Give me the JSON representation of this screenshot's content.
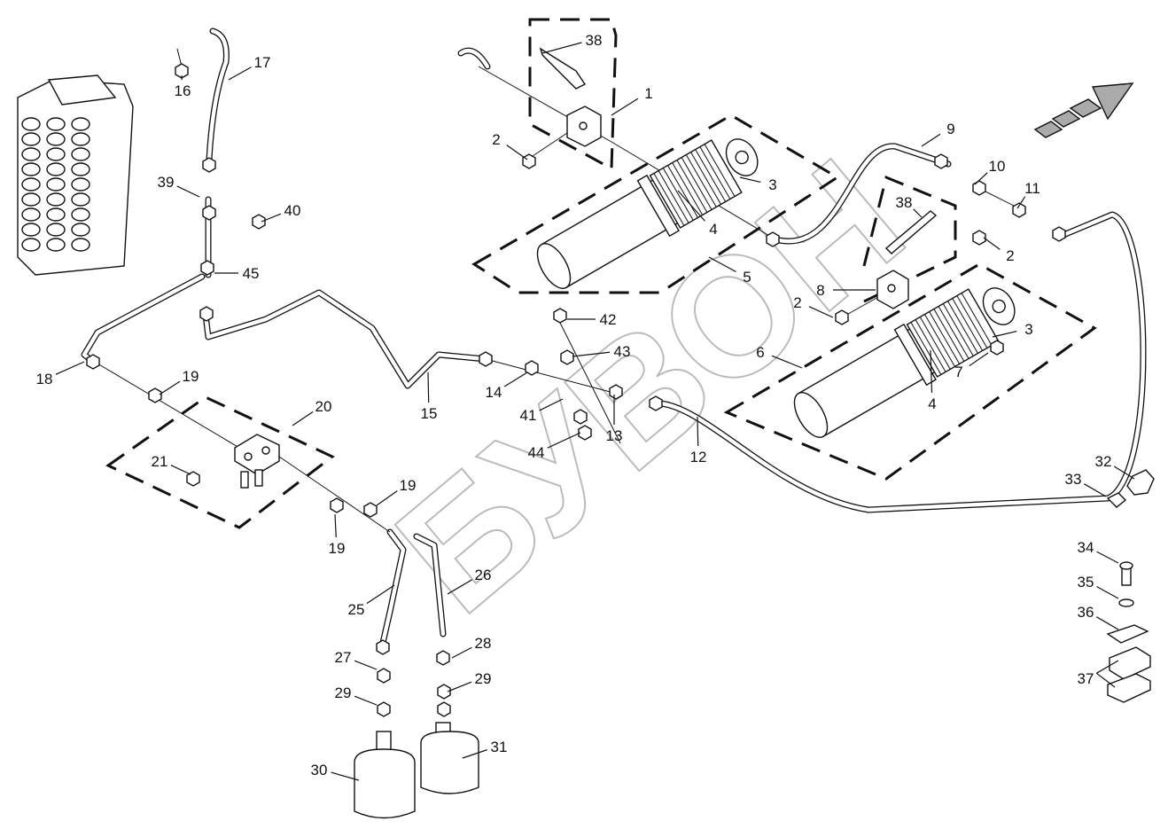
{
  "diagram": {
    "watermark": "БУВОН",
    "callouts": [
      "38",
      "1",
      "2",
      "3",
      "4",
      "5",
      "9",
      "10",
      "11",
      "38",
      "2",
      "8",
      "2",
      "3",
      "6",
      "7",
      "4",
      "12",
      "42",
      "43",
      "14",
      "41",
      "13",
      "44",
      "15",
      "16",
      "17",
      "39",
      "40",
      "45",
      "18",
      "19",
      "20",
      "21",
      "19",
      "19",
      "25",
      "26",
      "27",
      "28",
      "29",
      "29",
      "30",
      "31",
      "32",
      "33",
      "34",
      "35",
      "36",
      "37"
    ],
    "icons": [
      "direction-arrow-icon",
      "hydraulic-cylinder",
      "control-valve-block",
      "accumulator"
    ]
  }
}
